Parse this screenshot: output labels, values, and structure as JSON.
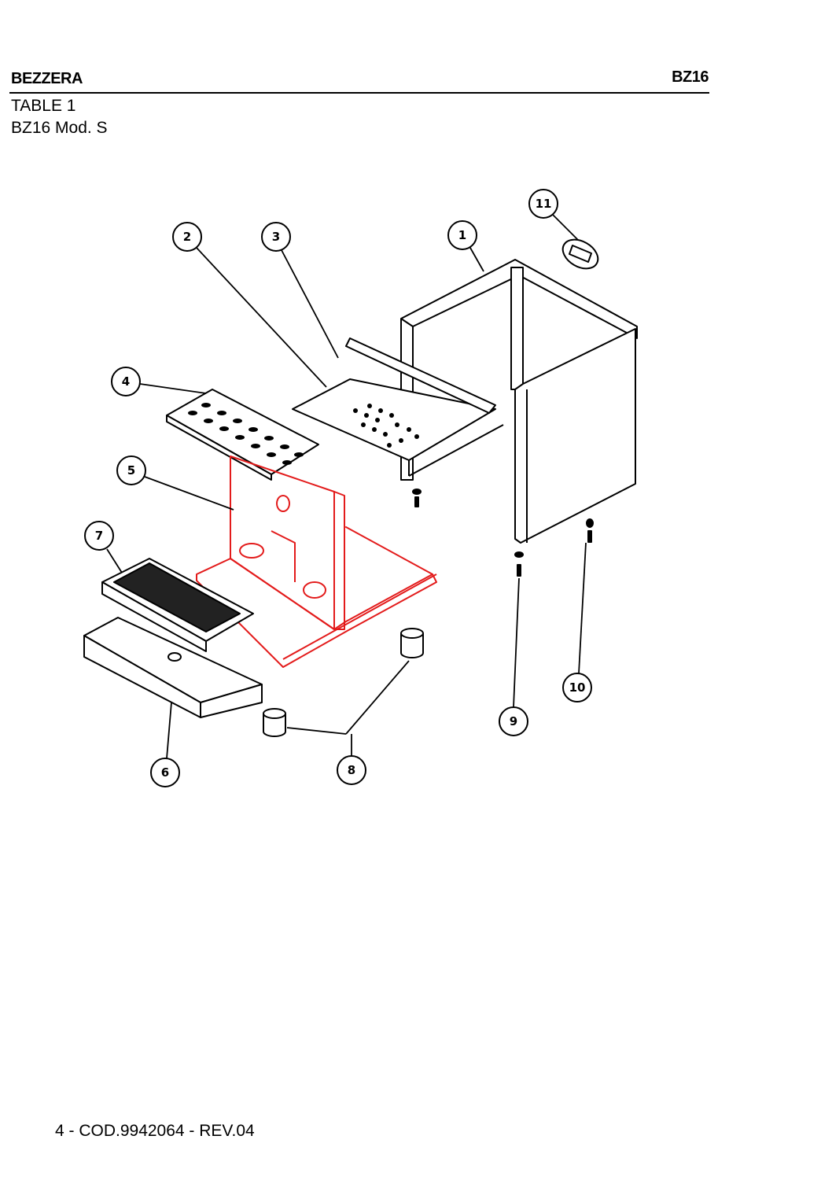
{
  "header": {
    "brand": "BEZZERA",
    "model": "BZ16"
  },
  "table": {
    "title": "TABLE 1",
    "subtitle": "BZ16 Mod. S"
  },
  "diagram": {
    "highlight_color": "#e31b1b",
    "callouts": [
      "1",
      "2",
      "3",
      "4",
      "5",
      "6",
      "7",
      "8",
      "9",
      "10",
      "11"
    ]
  },
  "footer": {
    "text": "4 - COD.9942064 - REV.04"
  }
}
